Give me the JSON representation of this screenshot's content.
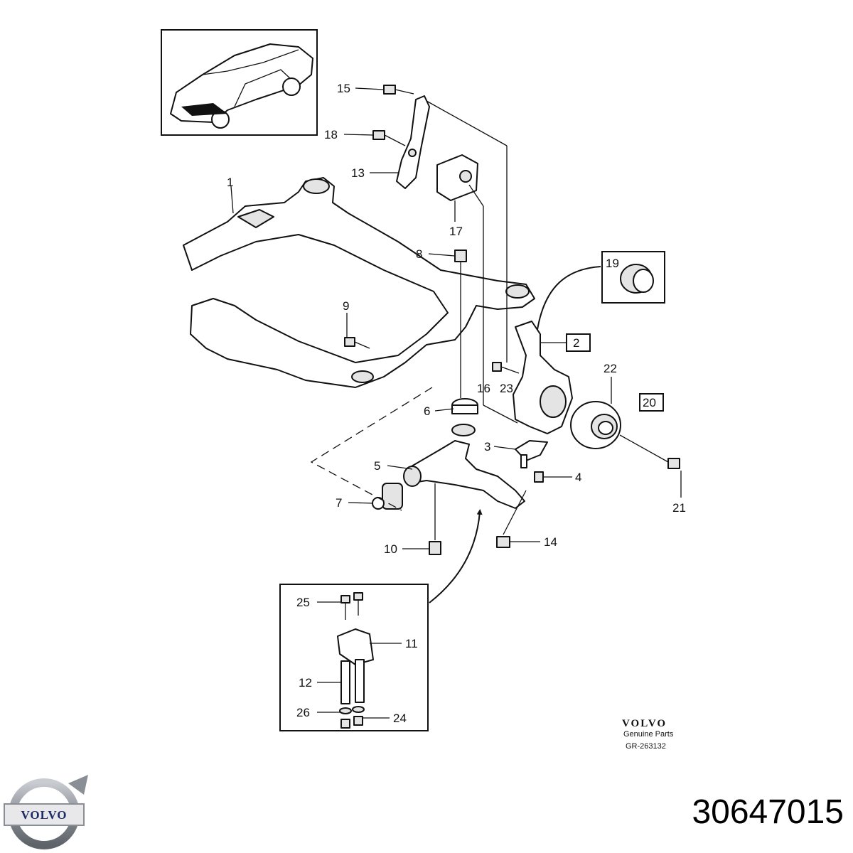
{
  "callouts": {
    "c1": "1",
    "c2": "2",
    "c3": "3",
    "c4": "4",
    "c5": "5",
    "c6": "6",
    "c7": "7",
    "c8": "8",
    "c9": "9",
    "c10": "10",
    "c11": "11",
    "c12": "12",
    "c13": "13",
    "c14": "14",
    "c15": "15",
    "c16": "16",
    "c17": "17",
    "c18": "18",
    "c19": "19",
    "c20": "20",
    "c21": "21",
    "c22": "22",
    "c23": "23",
    "c24": "24",
    "c25": "25",
    "c26": "26"
  },
  "brand_block": {
    "brand": "VOLVO",
    "subtitle": "Genuine Parts",
    "ref": "GR-263132"
  },
  "logo": {
    "word": "VOLVO",
    "icon": "volvo-iron-mark-icon",
    "steel": "#8a8f96",
    "blue": "#1a2b66"
  },
  "part_number": "30647015"
}
